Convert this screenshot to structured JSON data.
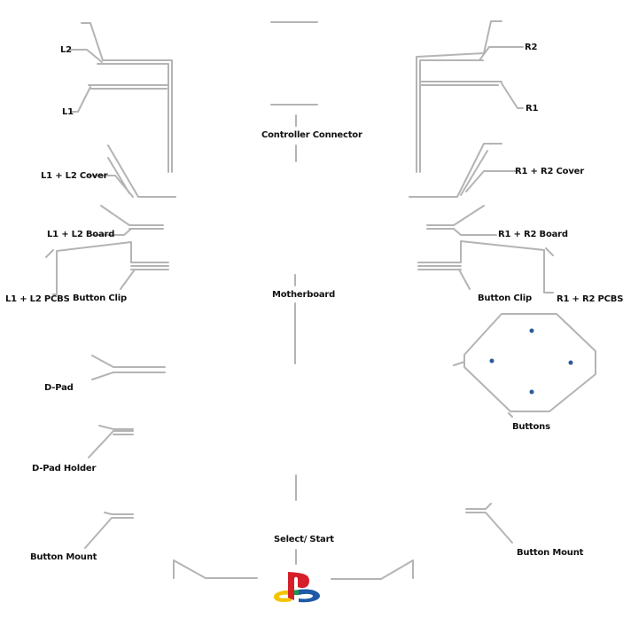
{
  "labels": {
    "l2": "L2",
    "l1": "L1",
    "r2": "R2",
    "r1": "R1",
    "l1l2_cover": "L1 + L2 Cover",
    "r1r2_cover": "R1 + R2 Cover",
    "l1l2_board": "L1 + L2 Board",
    "r1r2_board": "R1 + R2 Board",
    "l1l2_pcbs": "L1 + L2 PCBS",
    "r1r2_pcbs": "R1 + R2 PCBS",
    "button_clip_left": "Button Clip",
    "button_clip_right": "Button Clip",
    "controller_connector": "Controller Connector",
    "motherboard": "Motherboard",
    "dpad": "D-Pad",
    "dpad_holder": "D-Pad Holder",
    "buttons": "Buttons",
    "button_mount_left": "Button Mount",
    "button_mount_right": "Button Mount",
    "select_start": "Select/ Start"
  },
  "colors": {
    "line": "#b4b4b4",
    "text": "#111111",
    "button_dot": "#2d5b9a",
    "logo_red": "#d5202a",
    "logo_yellow": "#f2c400",
    "logo_green": "#1a9a4a",
    "logo_blue": "#1f5aa6"
  },
  "icons": {
    "logo": "playstation-logo-icon"
  }
}
